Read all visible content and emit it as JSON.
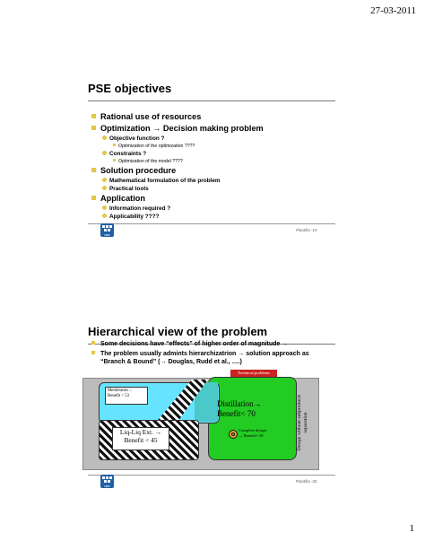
{
  "header": {
    "date": "27-03-2011"
  },
  "page_number": "1",
  "slide1": {
    "title": "PSE objectives",
    "items": [
      {
        "text": "Rational use of resources"
      },
      {
        "text": "Optimization → Decision making problem"
      },
      {
        "sub": "Objective function ?"
      },
      {
        "subsub": "Optimization of the optimization ????"
      },
      {
        "sub": "Constraints ?"
      },
      {
        "subsub": "Optimization of the model ????"
      },
      {
        "text": "Solution procedure"
      },
      {
        "sub": "Mathematical formulation of the problem"
      },
      {
        "sub": "Practical tools"
      },
      {
        "text": "Application"
      },
      {
        "sub": "Information required ?"
      },
      {
        "sub": "Applicability ????"
      }
    ],
    "footer": "Plantilla -10",
    "logo_text": "UPC"
  },
  "slide2": {
    "title": "Hierarchical view of the problem",
    "bullet1": "Some decisions have “effects” of higher order of magnitude →",
    "bullet2_line1": "The problem usually admints hierarchizatrion → solution approach as",
    "bullet2_line2": "“Branch & Bound” (→ Douglas, Rudd et al., ….)",
    "diagram": {
      "technical_label": "Technical problems",
      "membranes_line1": "Membranes→",
      "membranes_line2": "Benefit < 53",
      "distillation_line1": "Distillation→",
      "distillation_line2": "Benefit< 70",
      "lp_line1": "Liq-Liq Ext. →",
      "lp_line2": "Benefit < 45",
      "complete_line1": "Complete design",
      "complete_line2": "→ Benefit= 50",
      "vertical_line1": "Design without subproducts",
      "vertical_line2": "separation"
    },
    "footer": "Plantilla -20",
    "logo_text": "UPC"
  },
  "colors": {
    "bullet": "#e3c64a",
    "logo": "#1f5fa8",
    "green": "#22cc22",
    "cyan": "#66e4ff",
    "label_red": "#cc2222"
  }
}
